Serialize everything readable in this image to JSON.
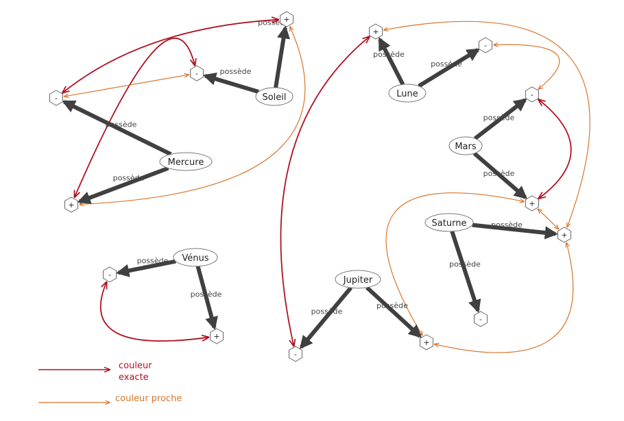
{
  "colors": {
    "exact": "#b01020",
    "close": "#d8742a",
    "possede": "#404040"
  },
  "planets": [
    {
      "id": "soleil",
      "label": "Soleil"
    },
    {
      "id": "mercure",
      "label": "Mercure"
    },
    {
      "id": "venus",
      "label": "Vénus"
    },
    {
      "id": "lune",
      "label": "Lune"
    },
    {
      "id": "mars",
      "label": "Mars"
    },
    {
      "id": "saturne",
      "label": "Saturne"
    },
    {
      "id": "jupiter",
      "label": "Jupiter"
    }
  ],
  "hexes": [
    {
      "id": "soleil_plus",
      "label": "+"
    },
    {
      "id": "soleil_minus",
      "label": "-"
    },
    {
      "id": "mercure_minus",
      "label": "-"
    },
    {
      "id": "mercure_plus",
      "label": "+"
    },
    {
      "id": "venus_minus",
      "label": "-"
    },
    {
      "id": "venus_plus",
      "label": "+"
    },
    {
      "id": "lune_plus",
      "label": "+"
    },
    {
      "id": "lune_minus",
      "label": "-"
    },
    {
      "id": "mars_minus",
      "label": "-"
    },
    {
      "id": "mars_plus",
      "label": "+"
    },
    {
      "id": "saturne_plus",
      "label": "+"
    },
    {
      "id": "saturne_minus",
      "label": "-"
    },
    {
      "id": "jupiter_minus",
      "label": "-"
    },
    {
      "id": "jupiter_plus",
      "label": "+"
    }
  ],
  "possede_edges": [
    {
      "from": "soleil",
      "to": "soleil_plus",
      "label": "possède"
    },
    {
      "from": "soleil",
      "to": "soleil_minus",
      "label": "possède"
    },
    {
      "from": "mercure",
      "to": "mercure_minus",
      "label": "possède"
    },
    {
      "from": "mercure",
      "to": "mercure_plus",
      "label": "possède"
    },
    {
      "from": "venus",
      "to": "venus_minus",
      "label": "possède"
    },
    {
      "from": "venus",
      "to": "venus_plus",
      "label": "possède"
    },
    {
      "from": "lune",
      "to": "lune_plus",
      "label": "possède"
    },
    {
      "from": "lune",
      "to": "lune_minus",
      "label": "possède"
    },
    {
      "from": "mars",
      "to": "mars_minus",
      "label": "possède"
    },
    {
      "from": "mars",
      "to": "mars_plus",
      "label": "possède"
    },
    {
      "from": "saturne",
      "to": "saturne_plus",
      "label": "possède"
    },
    {
      "from": "saturne",
      "to": "saturne_minus",
      "label": "possède"
    },
    {
      "from": "jupiter",
      "to": "jupiter_minus",
      "label": "possède"
    },
    {
      "from": "jupiter",
      "to": "jupiter_plus",
      "label": "possède"
    }
  ],
  "color_edges": [
    {
      "a": "soleil_plus",
      "b": "mercure_minus",
      "kind": "exact"
    },
    {
      "a": "soleil_minus",
      "b": "mercure_plus",
      "kind": "exact"
    },
    {
      "a": "soleil_minus",
      "b": "mercure_minus",
      "kind": "close"
    },
    {
      "a": "soleil_plus",
      "b": "mercure_plus",
      "kind": "close"
    },
    {
      "a": "venus_minus",
      "b": "venus_plus",
      "kind": "exact"
    },
    {
      "a": "lune_plus",
      "b": "jupiter_minus",
      "kind": "exact"
    },
    {
      "a": "mars_minus",
      "b": "mars_plus",
      "kind": "exact"
    },
    {
      "a": "lune_minus",
      "b": "mars_minus",
      "kind": "close"
    },
    {
      "a": "lune_plus",
      "b": "saturne_plus",
      "kind": "close"
    },
    {
      "a": "mars_plus",
      "b": "saturne_plus",
      "kind": "close"
    },
    {
      "a": "mars_plus",
      "b": "jupiter_plus",
      "kind": "close"
    },
    {
      "a": "saturne_plus",
      "b": "jupiter_plus",
      "kind": "close"
    }
  ],
  "legend": [
    {
      "kind": "exact",
      "label": "couleur\nexacte"
    },
    {
      "kind": "close",
      "label": "couleur proche"
    }
  ]
}
